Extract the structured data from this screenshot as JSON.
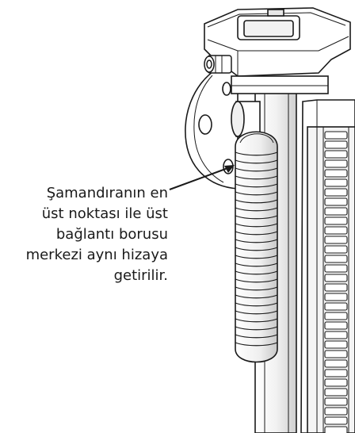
{
  "annotation": {
    "lines": [
      "Şamandıranın en",
      "üst noktası ile üst",
      "bağlantı borusu",
      "merkezi aynı hizaya",
      "getirilir."
    ]
  },
  "colors": {
    "outline": "#1a1a1a",
    "body": "#ffffff",
    "shade": "#d9d9d9"
  }
}
